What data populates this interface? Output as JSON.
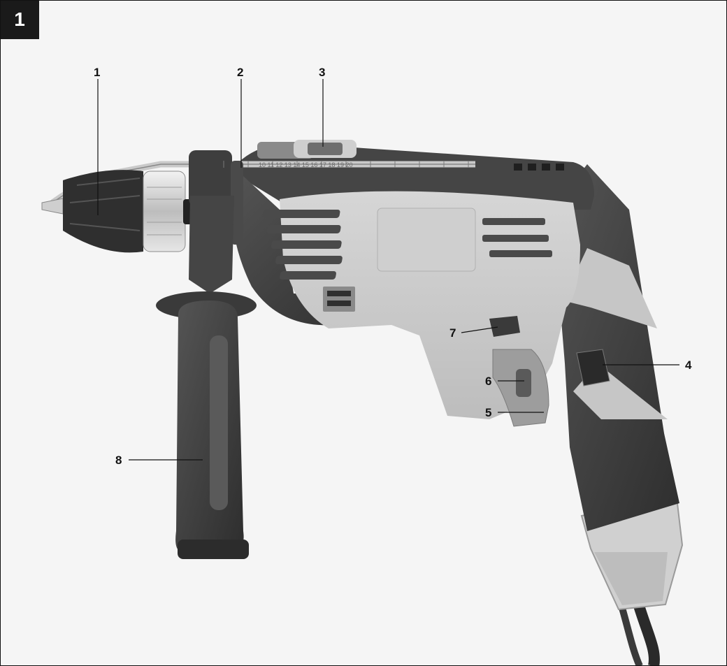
{
  "figure": {
    "number": "1",
    "callouts": [
      {
        "id": "1",
        "text": "1"
      },
      {
        "id": "2",
        "text": "2"
      },
      {
        "id": "3",
        "text": "3"
      },
      {
        "id": "4",
        "text": "4"
      },
      {
        "id": "5",
        "text": "5"
      },
      {
        "id": "6",
        "text": "6"
      },
      {
        "id": "7",
        "text": "7"
      },
      {
        "id": "8",
        "text": "8"
      }
    ],
    "depth_stop_scale": "10 11 12 13 14 15 16 17 18 19 20",
    "colors": {
      "background": "#f5f5f5",
      "body_dark": "#3f3f3f",
      "body_light": "#c8c8c8",
      "chuck_silver": "#d9d9d9",
      "label_ink": "#111111"
    }
  }
}
